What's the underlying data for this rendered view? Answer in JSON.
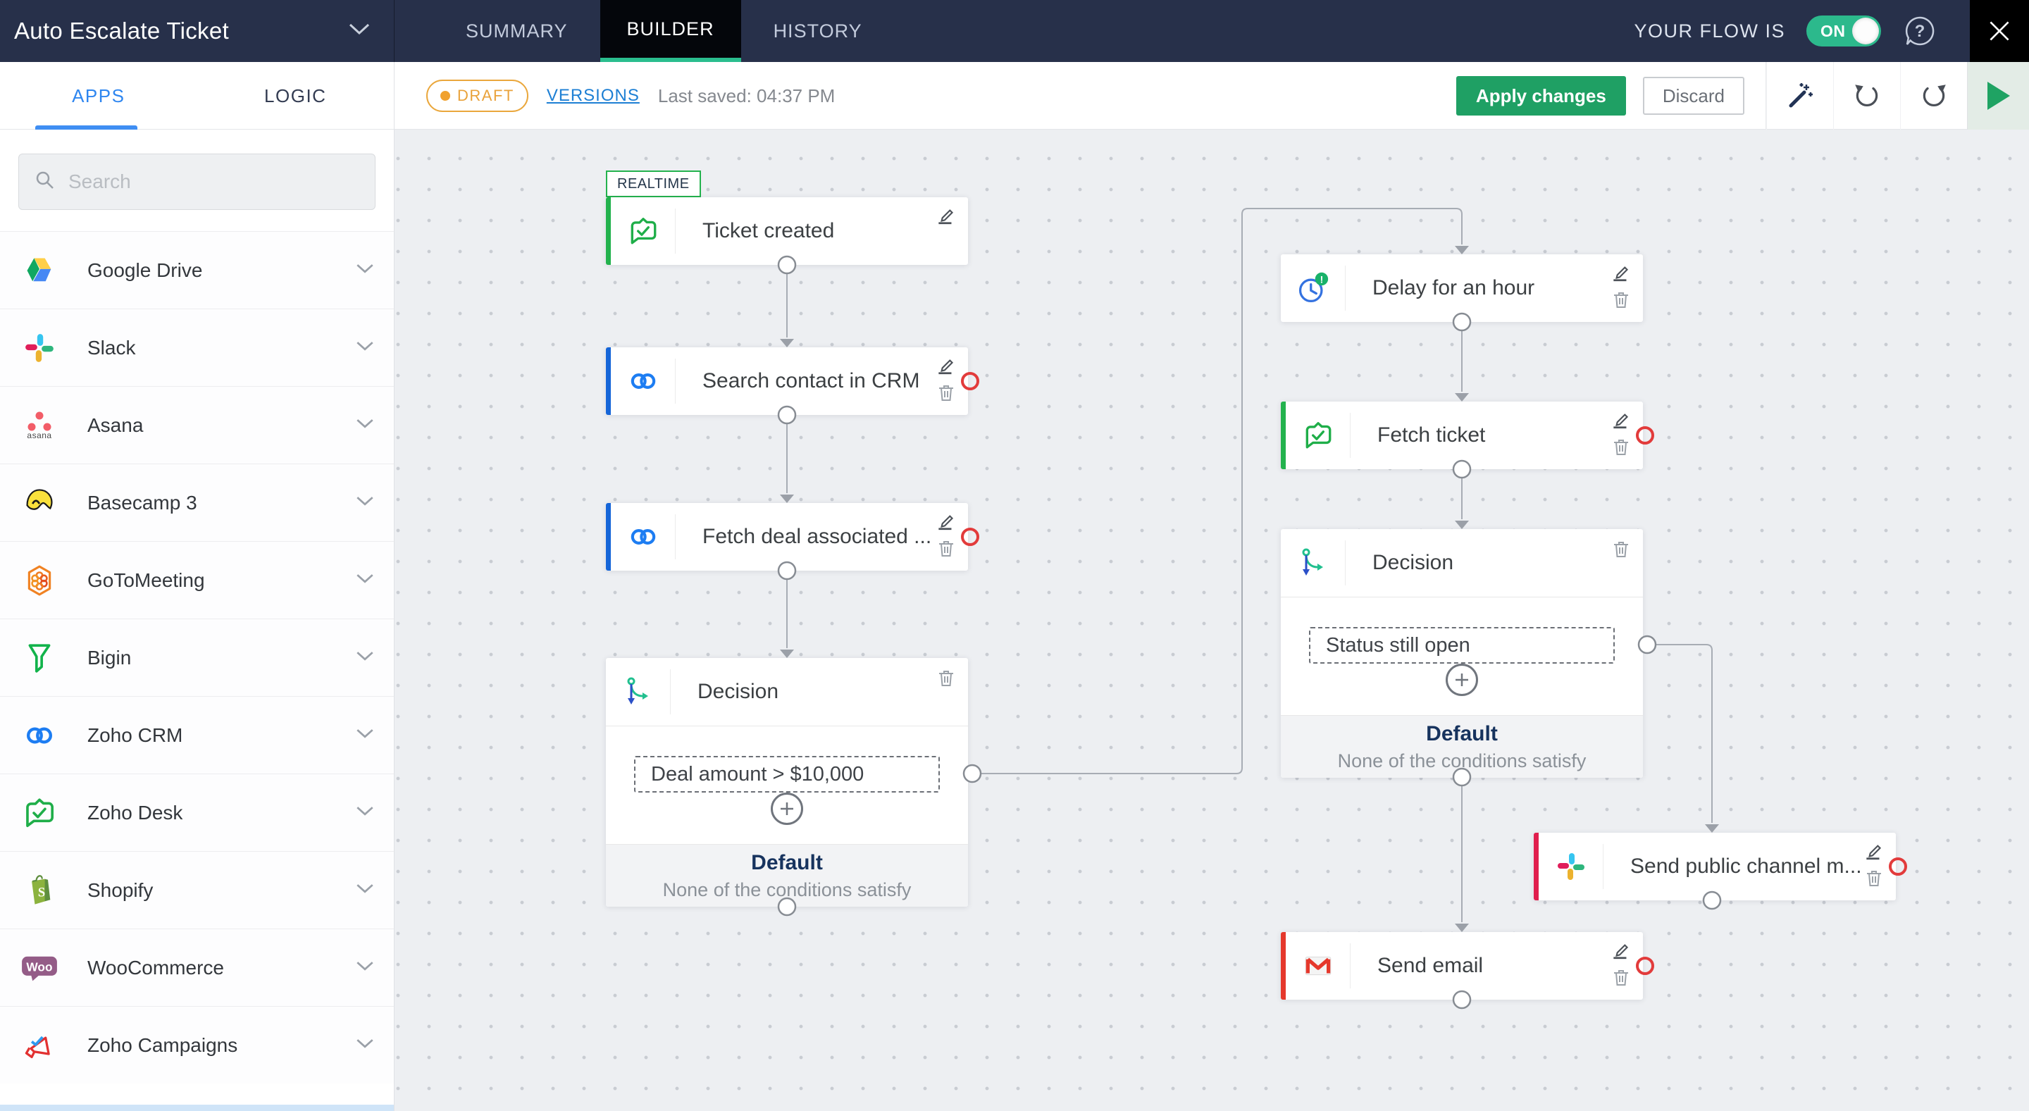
{
  "header": {
    "flow_name": "Auto Escalate Ticket",
    "tabs": [
      {
        "label": "SUMMARY"
      },
      {
        "label": "BUILDER"
      },
      {
        "label": "HISTORY"
      }
    ],
    "active_tab": "BUILDER",
    "status_label": "YOUR FLOW IS",
    "toggle": "ON",
    "icons": [
      "chevron-down-icon",
      "help-icon",
      "close-icon"
    ]
  },
  "toolbar": {
    "apps_tab": "APPS",
    "logic_tab": "LOGIC",
    "active_tab": "APPS",
    "draft_badge": "DRAFT",
    "versions_link": "VERSIONS",
    "last_saved": "Last saved: 04:37 PM",
    "apply_label": "Apply changes",
    "discard_label": "Discard",
    "icons": [
      "magic-wand-icon",
      "undo-icon",
      "redo-icon",
      "run-icon"
    ]
  },
  "sidebar": {
    "search_placeholder": "Search",
    "apps": [
      {
        "name": "Google Drive",
        "icon": "google-drive-icon"
      },
      {
        "name": "Slack",
        "icon": "slack-icon"
      },
      {
        "name": "Asana",
        "icon": "asana-icon",
        "icon_word": "asana"
      },
      {
        "name": "Basecamp 3",
        "icon": "basecamp-icon"
      },
      {
        "name": "GoToMeeting",
        "icon": "gotomeeting-icon"
      },
      {
        "name": "Bigin",
        "icon": "bigin-icon"
      },
      {
        "name": "Zoho CRM",
        "icon": "zoho-crm-icon"
      },
      {
        "name": "Zoho Desk",
        "icon": "zoho-desk-icon"
      },
      {
        "name": "Shopify",
        "icon": "shopify-icon"
      },
      {
        "name": "WooCommerce",
        "icon": "woocommerce-icon"
      },
      {
        "name": "Zoho Campaigns",
        "icon": "zoho-campaigns-icon"
      }
    ]
  },
  "canvas": {
    "realtime_tag": "REALTIME",
    "nodes": {
      "ticket_created": {
        "label": "Ticket created",
        "app": "Zoho Desk",
        "accent": "#23b24d"
      },
      "search_contact": {
        "label": "Search contact in CRM",
        "app": "Zoho CRM",
        "accent": "#1565d8",
        "error": true
      },
      "fetch_deal": {
        "label": "Fetch deal associated ...",
        "app": "Zoho CRM",
        "accent": "#1565d8",
        "error": true
      },
      "decision_deal": {
        "label": "Decision",
        "condition": "Deal amount > $10,000",
        "default_title": "Default",
        "default_subtitle": "None of the conditions satisfy"
      },
      "delay": {
        "label": "Delay for an hour"
      },
      "fetch_ticket": {
        "label": "Fetch ticket",
        "app": "Zoho Desk",
        "accent": "#23b24d",
        "error": true
      },
      "decision_status": {
        "label": "Decision",
        "condition": "Status still open",
        "default_title": "Default",
        "default_subtitle": "None of the conditions satisfy"
      },
      "slack_message": {
        "label": "Send public channel m...",
        "app": "Slack",
        "accent": "#e01e4d",
        "error": true
      },
      "send_email": {
        "label": "Send email",
        "app": "Gmail",
        "accent": "#e5382c",
        "error": true
      }
    }
  },
  "colors": {
    "topbar": "#27304a",
    "builder_tab_underline": "#2abd8e",
    "apps_tab_blue": "#2e86f0",
    "apply_green": "#1fa064",
    "toggle_green": "#2cb98c",
    "draft_orange": "#e9a23b",
    "error_ring_red": "#e23b3b",
    "canvas_bg": "#edeff2"
  }
}
